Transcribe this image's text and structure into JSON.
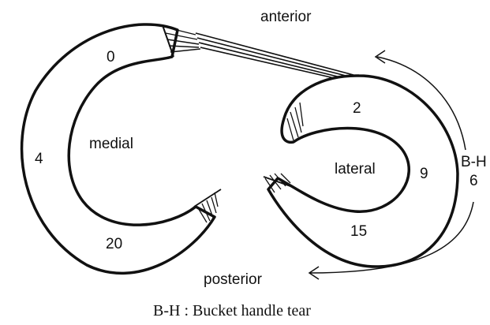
{
  "labels": {
    "anterior": "anterior",
    "posterior": "posterior",
    "medial": "medial",
    "lateral": "lateral",
    "tear_type_line1": "B-H",
    "tear_type_line2": "6"
  },
  "medial_meniscus_numbers": {
    "anterior_horn": "0",
    "body": "4",
    "posterior_horn": "20"
  },
  "lateral_meniscus_numbers": {
    "anterior_horn": "2",
    "body": "9",
    "posterior_horn": "15"
  },
  "caption": "B-H : Bucket handle tear",
  "colors": {
    "ink": "#111111",
    "background": "#ffffff"
  }
}
